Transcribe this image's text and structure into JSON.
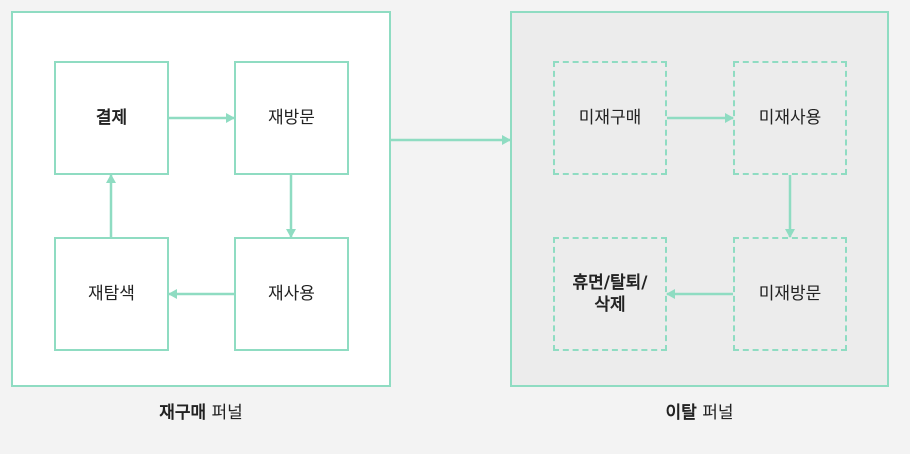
{
  "funnels": {
    "repurchase": {
      "title_bold": "재구매",
      "title_rest": "퍼널",
      "nodes": {
        "payment": "결제",
        "revisit": "재방문",
        "reuse": "재사용",
        "research": "재탐색"
      }
    },
    "churn": {
      "title_bold": "이탈",
      "title_rest": "퍼널",
      "nodes": {
        "no_repurchase": "미재구매",
        "no_reuse": "미재사용",
        "no_revisit": "미재방문",
        "dormant_line1": "휴면/탈퇴/",
        "dormant_line2": "삭제"
      }
    }
  },
  "colors": {
    "accent": "#8fdcc2",
    "background": "#f3f3f3",
    "panel_left": "#ffffff",
    "panel_right": "#ececec",
    "text": "#222222"
  }
}
